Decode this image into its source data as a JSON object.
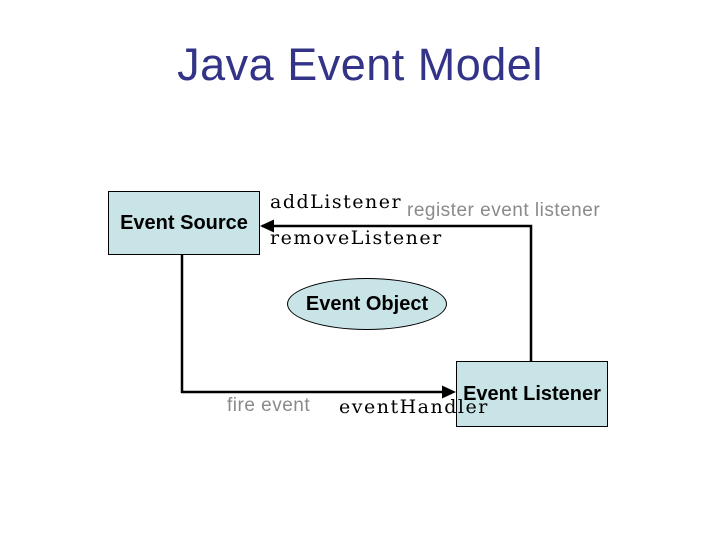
{
  "slide": {
    "title": "Java Event Model",
    "nodes": {
      "event_source": "Event Source",
      "event_object": "Event Object",
      "event_listener": "Event Listener"
    },
    "labels": {
      "add_listener": "addListener",
      "remove_listener": "removeListener",
      "register_event_listener": "register event listener",
      "fire_event": "fire event",
      "event_handler": "eventHandler"
    },
    "colors": {
      "title_text": "#333387",
      "shape_fill": "#c8e4e6",
      "shape_border": "#000000",
      "connector": "#000000",
      "muted_text": "#8a8a8a",
      "background": "#ffffff"
    }
  }
}
